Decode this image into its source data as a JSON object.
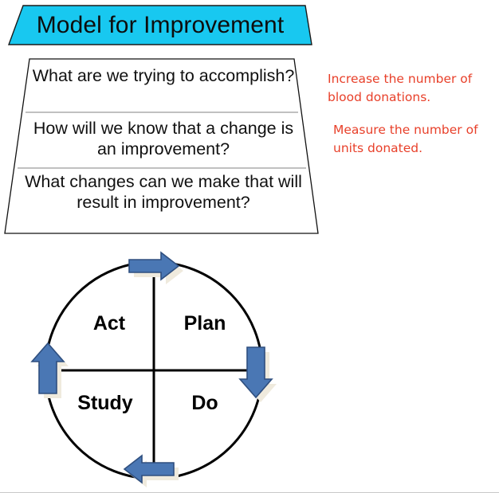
{
  "slide": {
    "title": "Model for Improvement",
    "title_fill": "#18C8F0",
    "title_stroke": "#1a1a1a"
  },
  "model": {
    "questions": [
      "What are we trying to accomplish?",
      "How will we know that a change is an improvement?",
      "What changes can we make that will result in improvement?"
    ]
  },
  "notes": {
    "color": "#e8402a",
    "aim": "Increase the number of blood donations.",
    "measure": "Measure the number of units donated."
  },
  "cycle": {
    "name": "PDSA cycle",
    "arrow_fill": "#4a77b4",
    "arrow_stroke": "#2f4f7f",
    "shadow_fill": "#efeadd",
    "quadrants": [
      {
        "key": "plan",
        "label": "Plan"
      },
      {
        "key": "do",
        "label": "Do"
      },
      {
        "key": "study",
        "label": "Study"
      },
      {
        "key": "act",
        "label": "Act"
      }
    ],
    "arrows": [
      {
        "key": "top",
        "direction": "right"
      },
      {
        "key": "right",
        "direction": "down"
      },
      {
        "key": "bottom",
        "direction": "left"
      },
      {
        "key": "left",
        "direction": "up"
      }
    ]
  }
}
